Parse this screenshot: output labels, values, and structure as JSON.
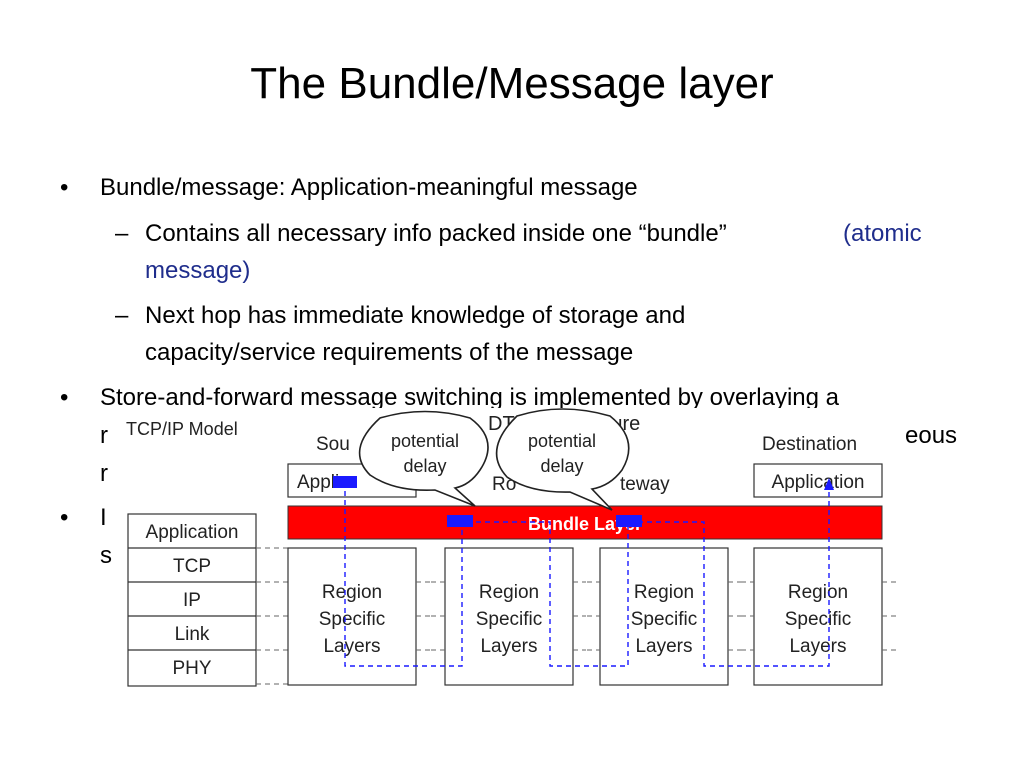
{
  "slide": {
    "title": "The Bundle/Message layer",
    "bullet1": "Bundle/message: Application-meaningful message",
    "sub1a": "Contains all necessary info packed inside one “bundle”",
    "sub1a_accent_1": "(atomic",
    "sub1a_accent_2": "message)",
    "sub1b_line1": "Next hop has immediate knowledge of storage and",
    "sub1b_line2": "capacity/service requirements of the message",
    "bullet2_line1": "Store-and-forward message switching is implemented by overlaying a",
    "bullet2_partial_1": "r",
    "bullet2_partial_2": "eous",
    "bullet2_partial_3": "r",
    "bullet3_partial_1": "I",
    "bullet3_partial_2": "s",
    "bullet_glyph": "•",
    "dash_glyph": "–"
  },
  "diagram": {
    "tcpip_title": "TCP/IP Model",
    "dtn_title": "DTN Architecture",
    "stack": [
      "Application",
      "TCP",
      "IP",
      "Link",
      "PHY"
    ],
    "source_label": "Sou",
    "destination_label": "Destination",
    "app_left": "Appli",
    "app_right": "Application",
    "router_label": "Ro",
    "gateway_label": "teway",
    "bundle_layer": "Bundle Layer",
    "region_line1": "Region",
    "region_line2": "Specific",
    "region_line3": "Layers",
    "bubble_line1": "potential",
    "bubble_line2": "delay",
    "colors": {
      "bundle_red": "#ff0000",
      "path_blue": "#1a1aff",
      "accent_navy": "#1f2d8c"
    }
  }
}
